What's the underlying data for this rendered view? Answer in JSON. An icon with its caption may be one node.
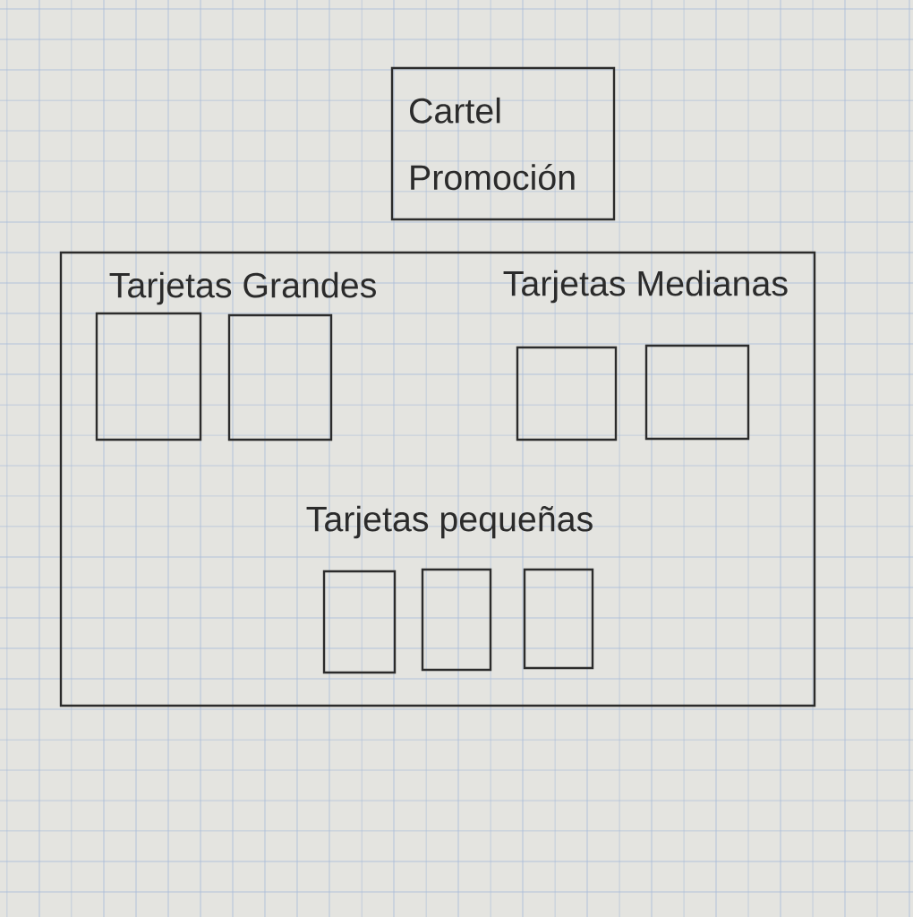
{
  "diagram": {
    "nodes": [
      {
        "text": [
          "Cartel Promoción"
        ]
      },
      {
        "text": [
          "Tarjetas Grandes",
          "Tarjetas Medianas",
          "Tarjetas pequeñas"
        ]
      },
      {
        "text": [],
        "shape": "box",
        "in": 1
      },
      {
        "text": [],
        "shape": "box",
        "in": 1
      },
      {
        "text": [],
        "shape": "box",
        "in": 1
      },
      {
        "text": [],
        "shape": "box",
        "in": 1
      },
      {
        "text": [],
        "shape": "box",
        "in": 1
      },
      {
        "text": [],
        "shape": "box",
        "in": 1
      },
      {
        "text": [],
        "shape": "box",
        "in": 1
      }
    ]
  }
}
